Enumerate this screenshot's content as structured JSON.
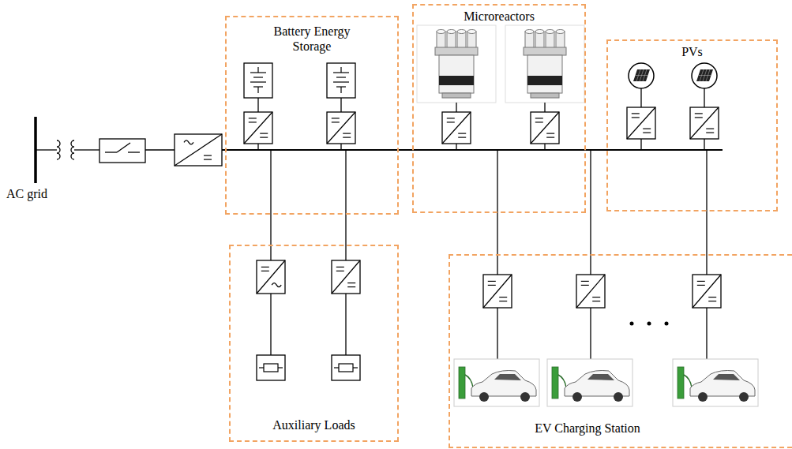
{
  "diagram": {
    "nodes": [
      {
        "text": [
          "Battery Energy Storage"
        ]
      },
      {
        "text": [
          "Microreactors"
        ]
      },
      {
        "text": [
          "PVs"
        ]
      },
      {
        "text": [
          "Auxiliary Loads"
        ]
      },
      {
        "text": [
          "EV Charging Station"
        ]
      }
    ],
    "labels": [
      "AC grid"
    ]
  }
}
